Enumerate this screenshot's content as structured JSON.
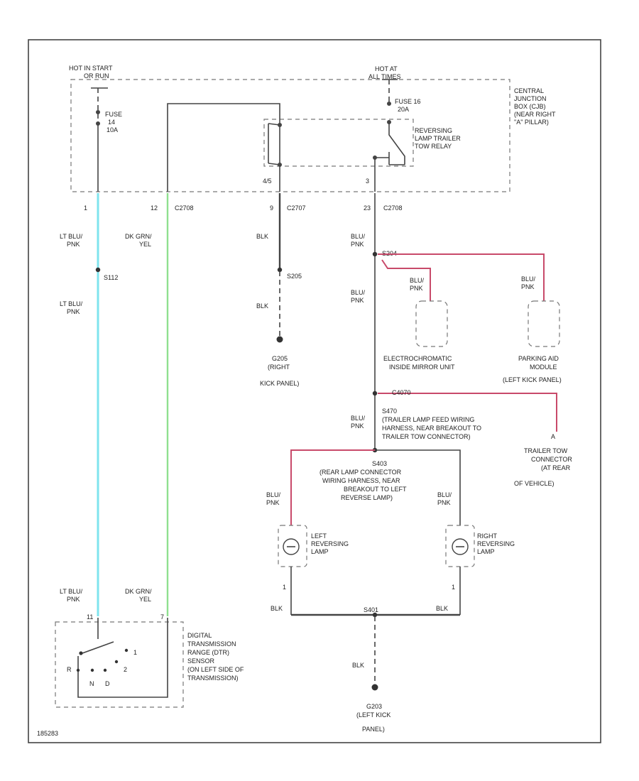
{
  "cjb": {
    "hot_start_1": "HOT IN START",
    "hot_start_2": "OR RUN",
    "hot_at_1": "HOT AT",
    "hot_at_2": "ALL TIMES",
    "fuse14_1": "FUSE",
    "fuse14_2": "14",
    "fuse14_3": "10A",
    "fuse16_1": "FUSE 16",
    "fuse16_2": "20A",
    "relay_1": "REVERSING",
    "relay_2": "LAMP TRAILER",
    "relay_3": "TOW RELAY",
    "cjb_1": "CENTRAL",
    "cjb_2": "JUNCTION",
    "cjb_3": "BOX (CJB)",
    "cjb_4": "(NEAR RIGHT",
    "cjb_5": "\"A\" PILLAR)",
    "relay_pin_left": "4/5",
    "relay_pin_right": "3"
  },
  "pins": {
    "p1": "1",
    "p12": "12",
    "c2708a": "C2708",
    "p9": "9",
    "c2707": "C2707",
    "p23": "23",
    "c2708b": "C2708"
  },
  "wires": {
    "lt_blu_1": "LT BLU/",
    "lt_blu_2": "PNK",
    "dk_grn_1": "DK GRN/",
    "dk_grn_2": "YEL",
    "blk": "BLK",
    "blu_1": "BLU/",
    "blu_2": "PNK"
  },
  "splices": {
    "s112": "S112",
    "s205": "S205",
    "s204": "S204",
    "s470": "S470",
    "s470_1": "(TRAILER LAMP FEED WIRING",
    "s470_2": "HARNESS, NEAR BREAKOUT TO",
    "s470_3": "TRAILER TOW CONNECTOR)",
    "s403": "S403",
    "s403_1": "(REAR LAMP CONNECTOR",
    "s403_2": "WIRING HARNESS, NEAR",
    "s403_3": "BREAKOUT TO LEFT",
    "s403_4": "REVERSE LAMP)",
    "s401": "S401",
    "c4070": "C4070"
  },
  "grounds": {
    "g205_1": "G205",
    "g205_2": "(RIGHT",
    "g205_3": "KICK PANEL)",
    "g203_1": "G203",
    "g203_2": "(LEFT KICK",
    "g203_3": "PANEL)"
  },
  "components": {
    "mirror_1": "ELECTROCHROMATIC",
    "mirror_2": "INSIDE MIRROR UNIT",
    "park_1": "PARKING AID",
    "park_2": "MODULE",
    "park_3": "(LEFT KICK PANEL)",
    "tow_1": "TRAILER TOW",
    "tow_2": "CONNECTOR",
    "tow_3": "(AT REAR",
    "tow_4": "OF VEHICLE)",
    "tow_pin": "A",
    "left_1": "LEFT",
    "left_2": "REVERSING",
    "left_3": "LAMP",
    "right_1": "RIGHT",
    "right_2": "REVERSING",
    "right_3": "LAMP",
    "trs_1": "DIGITAL",
    "trs_2": "TRANSMISSION",
    "trs_3": "RANGE (DTR)",
    "trs_4": "SENSOR",
    "trs_5": "(ON LEFT SIDE OF",
    "trs_6": "TRANSMISSION)",
    "trs_r": "R",
    "trs_n": "N",
    "trs_d": "D",
    "trs_2pos": "2",
    "trs_1pos": "1",
    "lamp_pin": "1",
    "trs_pin_a": "11",
    "trs_pin_b": "7"
  },
  "footer": {
    "code": "185283"
  }
}
